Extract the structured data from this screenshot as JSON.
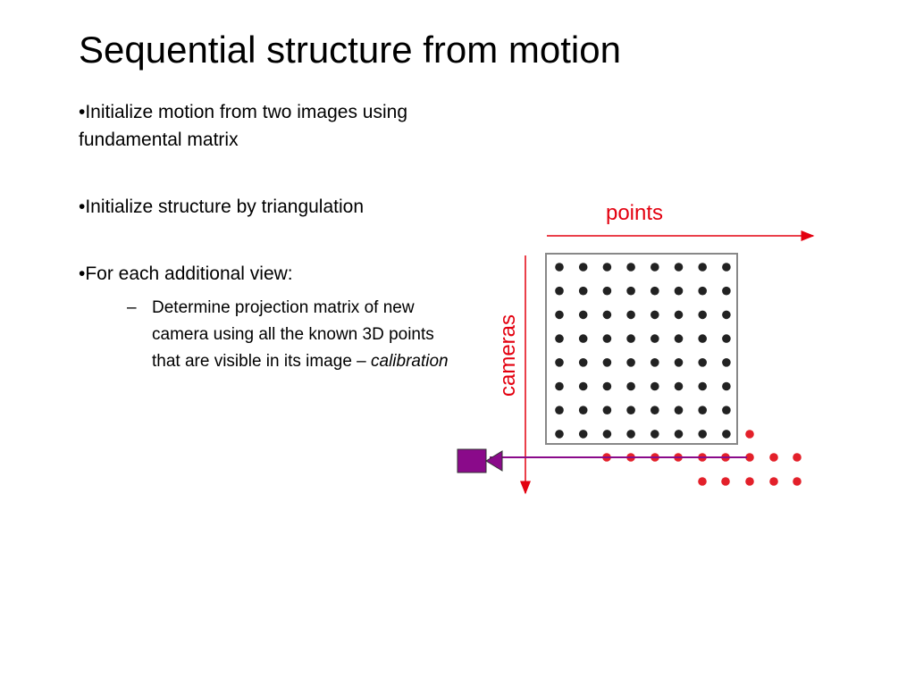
{
  "slide": {
    "title": "Sequential structure from motion",
    "bullets": [
      {
        "text": "•Initialize motion from two images using fundamental matrix"
      },
      {
        "text": "•Initialize structure by triangulation"
      },
      {
        "text": "•For each additional view:"
      }
    ],
    "sub_bullet": {
      "dash": "–",
      "text": "Determine projection matrix of new camera using all the known 3D points that are visible in its image – ",
      "emphasis": "calibration"
    }
  },
  "diagram": {
    "points_label": "points",
    "cameras_label": "cameras",
    "colors": {
      "axis": "#e3000f",
      "known_points": "#222222",
      "new_points": "#e3202a",
      "camera": "#8a0a8a",
      "grid_border": "#888888"
    },
    "grid": {
      "rows": 8,
      "cols": 8
    },
    "new_view_rows": 2
  }
}
